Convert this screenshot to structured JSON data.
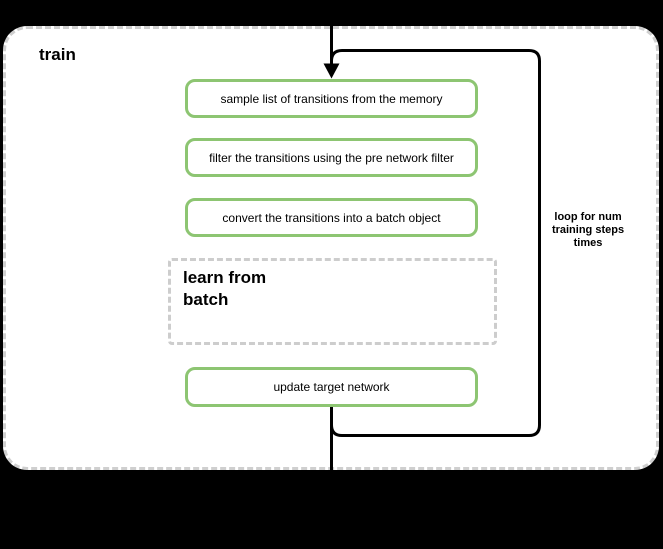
{
  "diagram": {
    "title": "train",
    "loop_annotation": "loop for num training steps times",
    "steps": [
      "sample list of transitions from the memory",
      "filter the transitions using the pre network filter",
      "convert the transitions into a batch object"
    ],
    "subprocess_label": "learn from batch",
    "final_step": "update target network",
    "colors": {
      "background": "#000000",
      "container_fill": "#ffffff",
      "container_border": "#cfcfcf",
      "step_border": "#8dc572",
      "flow_stroke": "#000000",
      "text": "#000000"
    }
  }
}
